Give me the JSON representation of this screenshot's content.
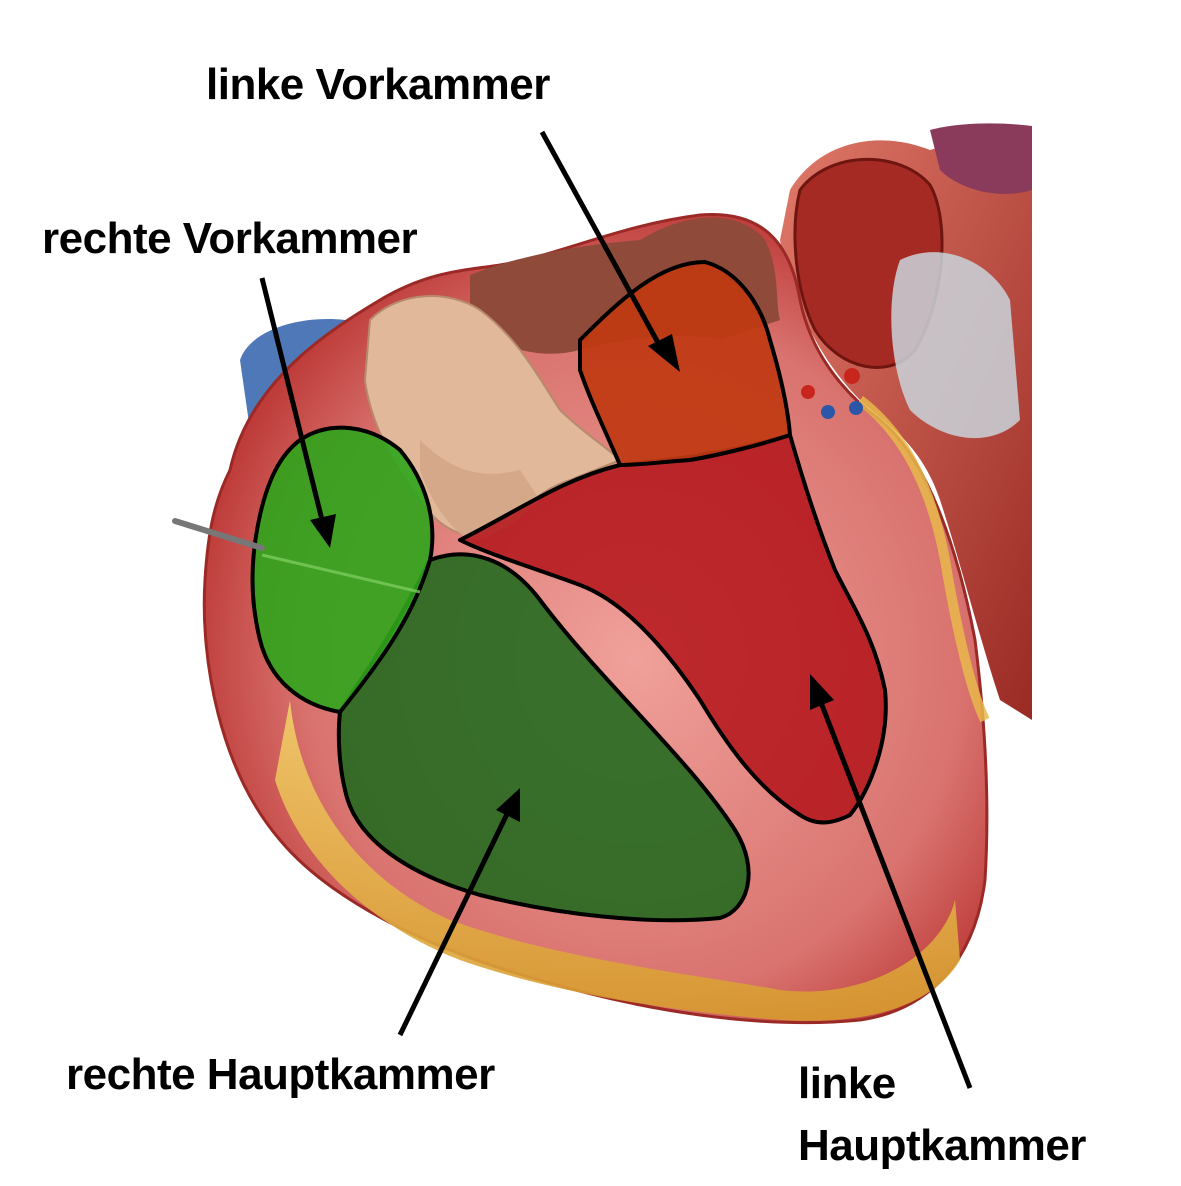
{
  "diagram": {
    "labels": {
      "linke_vorkammer": "linke Vorkammer",
      "rechte_vorkammer": "rechte Vorkammer",
      "rechte_hauptkammer": "rechte Hauptkammer",
      "linke_hauptkammer_line1": "linke",
      "linke_hauptkammer_line2": "Hauptkammer"
    },
    "colors": {
      "background": "#ffffff",
      "heart_muscle": "#d9736f",
      "heart_outer": "#b8302e",
      "fat": "#e0b54a",
      "aorta_blue": "#4f78b8",
      "rechte_vorkammer_fill": "#2fa51c",
      "rechte_hauptkammer_fill": "#1f6a1c",
      "linke_vorkammer_fill": "#c03a12",
      "linke_hauptkammer_fill": "#b3141a",
      "outline": "#000000"
    }
  }
}
